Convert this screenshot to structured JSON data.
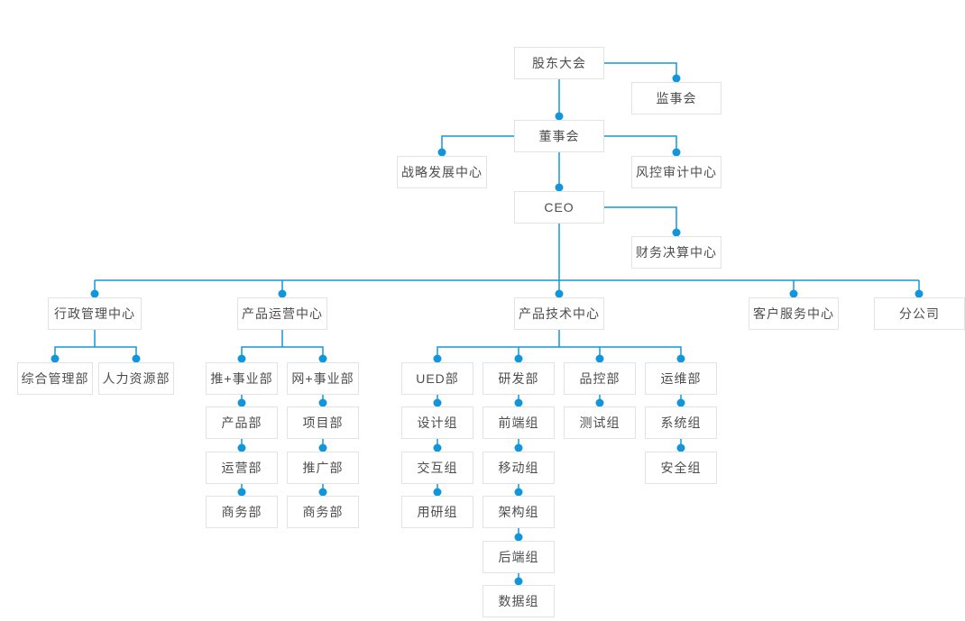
{
  "org_chart": {
    "colors": {
      "accent_dot": "#1296db",
      "connector_line": "#1499d6",
      "box_border": "#e3e3e3",
      "box_background": "#ffffff",
      "text": "#4d4d4d",
      "page_background": "#ffffff"
    },
    "nodes": {
      "shareholders_meeting": "股东大会",
      "supervisory_board": "监事会",
      "board_of_directors": "董事会",
      "strategic_development_center": "战略发展中心",
      "risk_audit_center": "风控审计中心",
      "ceo": "CEO",
      "financial_settlement_center": "财务决算中心",
      "admin_management_center": "行政管理中心",
      "product_operations_center": "产品运营中心",
      "product_technology_center": "产品技术中心",
      "customer_service_center": "客户服务中心",
      "branch_company": "分公司",
      "general_management_dept": "综合管理部",
      "human_resources_dept": "人力资源部",
      "tui_plus_business_dept": "推+事业部",
      "product_dept": "产品部",
      "operations_dept": "运营部",
      "business_dept_left": "商务部",
      "wang_plus_business_dept": "网+事业部",
      "project_dept": "项目部",
      "promotion_dept": "推广部",
      "business_dept_right": "商务部",
      "ued_dept": "UED部",
      "design_group": "设计组",
      "interaction_group": "交互组",
      "user_research_group": "用研组",
      "rnd_dept": "研发部",
      "frontend_group": "前端组",
      "mobile_group": "移动组",
      "architecture_group": "架构组",
      "backend_group": "后端组",
      "data_group": "数据组",
      "quality_control_dept": "品控部",
      "testing_group": "测试组",
      "ops_maintenance_dept": "运维部",
      "system_group": "系统组",
      "security_group": "安全组"
    },
    "edges": [
      [
        "shareholders_meeting",
        "supervisory_board"
      ],
      [
        "shareholders_meeting",
        "board_of_directors"
      ],
      [
        "board_of_directors",
        "strategic_development_center"
      ],
      [
        "board_of_directors",
        "risk_audit_center"
      ],
      [
        "board_of_directors",
        "ceo"
      ],
      [
        "ceo",
        "financial_settlement_center"
      ],
      [
        "ceo",
        "admin_management_center"
      ],
      [
        "ceo",
        "product_operations_center"
      ],
      [
        "ceo",
        "product_technology_center"
      ],
      [
        "ceo",
        "customer_service_center"
      ],
      [
        "ceo",
        "branch_company"
      ],
      [
        "admin_management_center",
        "general_management_dept"
      ],
      [
        "admin_management_center",
        "human_resources_dept"
      ],
      [
        "product_operations_center",
        "tui_plus_business_dept"
      ],
      [
        "product_operations_center",
        "wang_plus_business_dept"
      ],
      [
        "tui_plus_business_dept",
        "product_dept"
      ],
      [
        "product_dept",
        "operations_dept"
      ],
      [
        "operations_dept",
        "business_dept_left"
      ],
      [
        "wang_plus_business_dept",
        "project_dept"
      ],
      [
        "project_dept",
        "promotion_dept"
      ],
      [
        "promotion_dept",
        "business_dept_right"
      ],
      [
        "product_technology_center",
        "ued_dept"
      ],
      [
        "product_technology_center",
        "rnd_dept"
      ],
      [
        "product_technology_center",
        "quality_control_dept"
      ],
      [
        "product_technology_center",
        "ops_maintenance_dept"
      ],
      [
        "ued_dept",
        "design_group"
      ],
      [
        "design_group",
        "interaction_group"
      ],
      [
        "interaction_group",
        "user_research_group"
      ],
      [
        "rnd_dept",
        "frontend_group"
      ],
      [
        "frontend_group",
        "mobile_group"
      ],
      [
        "mobile_group",
        "architecture_group"
      ],
      [
        "architecture_group",
        "backend_group"
      ],
      [
        "backend_group",
        "data_group"
      ],
      [
        "quality_control_dept",
        "testing_group"
      ],
      [
        "ops_maintenance_dept",
        "system_group"
      ],
      [
        "system_group",
        "security_group"
      ]
    ]
  }
}
